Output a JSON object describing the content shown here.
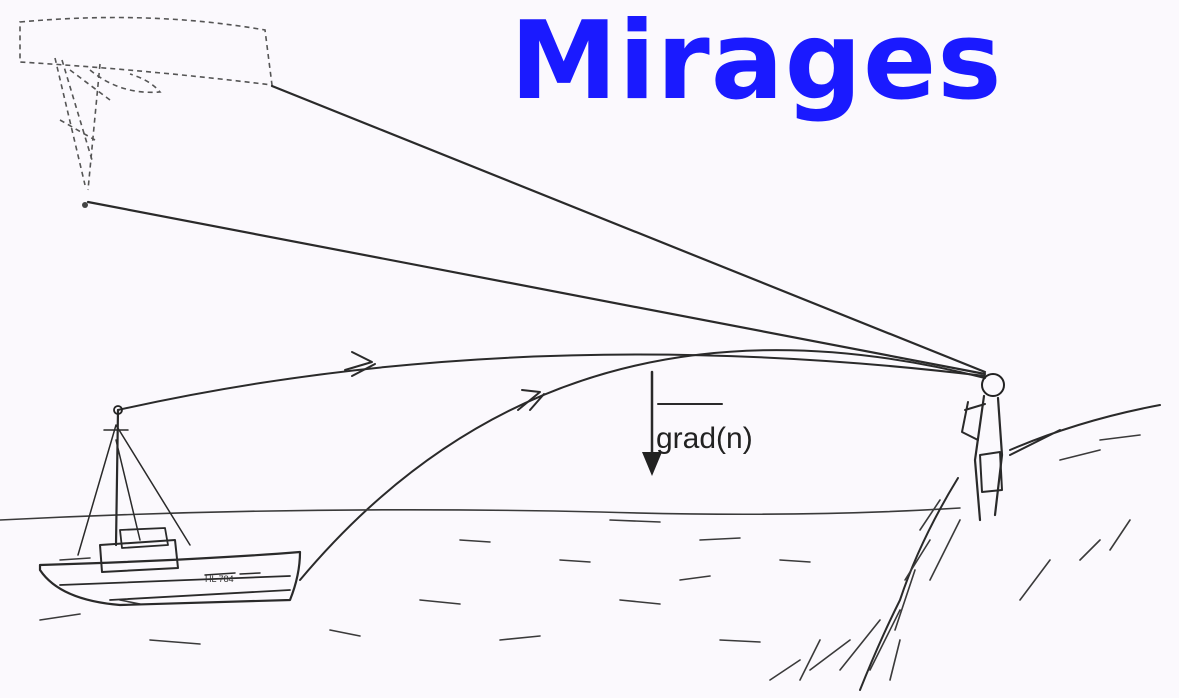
{
  "title": "Mirages",
  "gradient_label": "grad(n)",
  "colors": {
    "title": "#1a1aff",
    "background": "#fbf9fd",
    "ink": "#2a2a2a"
  },
  "boat_id": "HL 784"
}
